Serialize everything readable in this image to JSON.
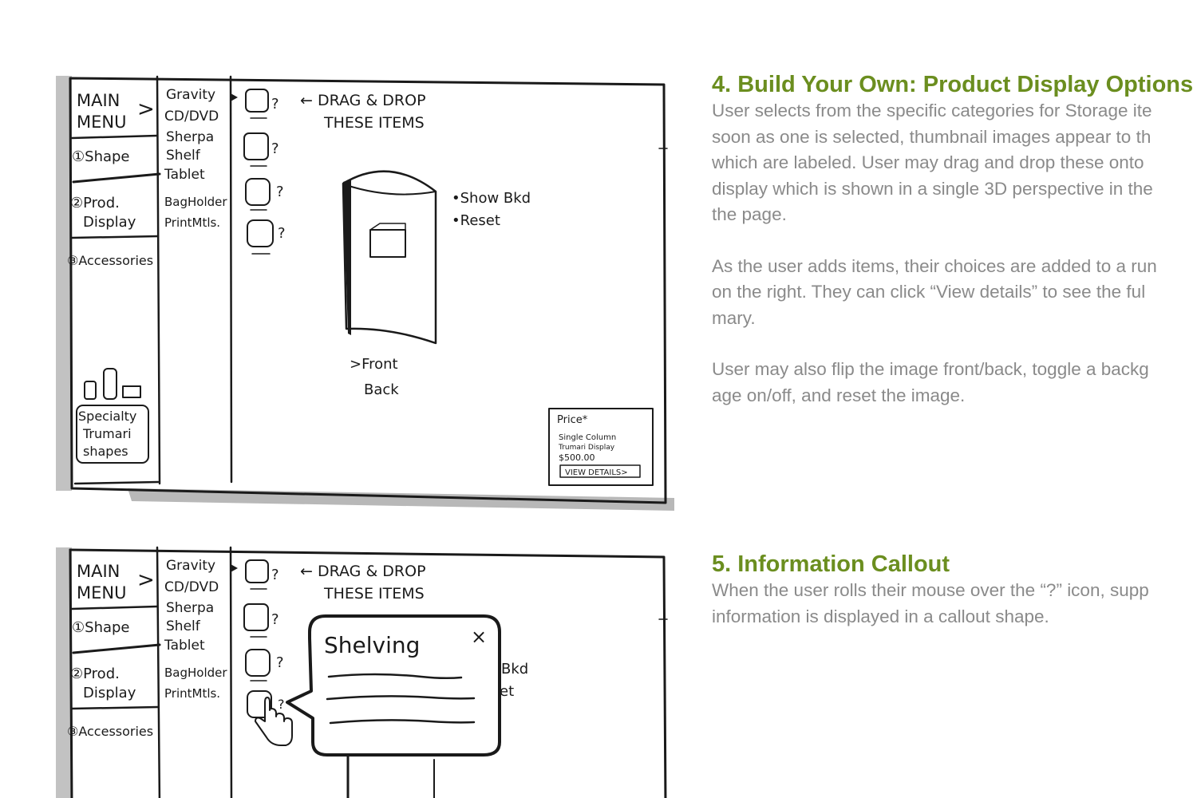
{
  "sketch": {
    "main_menu_line1": "MAIN",
    "main_menu_line2": "MENU",
    "chevron": ">",
    "step_shape": "①Shape",
    "step_prod_line1": "②Prod.",
    "step_prod_line2": "Display",
    "step_accessories": "③Accessories",
    "specialty_line1": "Specialty",
    "specialty_line2": "Trumari",
    "specialty_line3": "shapes",
    "categories": [
      "Gravity",
      "CD/DVD",
      "Sherpa",
      "Shelf",
      "Tablet",
      "BagHolder",
      "PrintMtls."
    ],
    "question_mark": "?",
    "drag_drop_line1": "← DRAG & DROP",
    "drag_drop_line2": "THESE ITEMS",
    "show_bkd": "•Show Bkd",
    "reset": "•Reset",
    "front": ">Front",
    "back": "Back",
    "price_title": "Price*",
    "price_line1": "Single Column",
    "price_line2": "Trumari Display",
    "price_amount": "$500.00",
    "view_details": "VIEW DETAILS>",
    "callout_title": "Shelving",
    "callout_close": "×",
    "partial_bkd": "Bkd",
    "partial_reset": "et"
  },
  "section4": {
    "title": "4. Build Your Own: Product Display Options",
    "p1_lines": [
      "User selects from the specific categories for Storage ite",
      "soon as one is selected, thumbnail images appear to th",
      "which are labeled. User may drag and drop these onto",
      "display which is shown in a single 3D perspective in the",
      "the page."
    ],
    "p2_lines": [
      "As the user adds items, their choices are added to a run",
      "on the right.  They can click “View details” to see the ful",
      "mary."
    ],
    "p3_lines": [
      "User may also flip the image front/back, toggle a backg",
      "age on/off, and reset the image."
    ]
  },
  "section5": {
    "title": "5. Information Callout",
    "lines": [
      "When the user rolls their mouse over the “?” icon, supp",
      "information is displayed in a callout shape."
    ]
  }
}
